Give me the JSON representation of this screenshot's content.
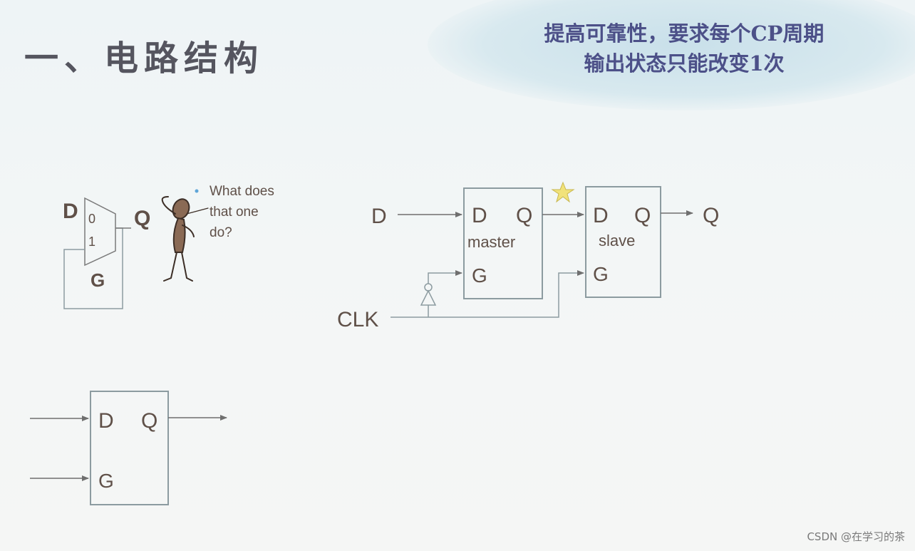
{
  "header": {
    "title": "一、电路结构",
    "note_line1": "提高可靠性，要求每个CP周期",
    "note_line2": "输出状态只能改变1次"
  },
  "latch_mux": {
    "d_label": "D",
    "input0": "0",
    "input1": "1",
    "q_label": "Q",
    "g_label": "G",
    "bubble_line1": "What does",
    "bubble_line2": "that one",
    "bubble_line3": "do?"
  },
  "master_slave": {
    "d_input": "D",
    "clk_label": "CLK",
    "master": {
      "d": "D",
      "q": "Q",
      "name": "master",
      "g": "G"
    },
    "slave": {
      "d": "D",
      "q": "Q",
      "name": "slave",
      "g": "G"
    },
    "q_output": "Q"
  },
  "latch_symbol": {
    "d": "D",
    "q": "Q",
    "g": "G"
  },
  "watermark": "CSDN @在学习的茶",
  "colors": {
    "line": "#6f6f6f",
    "box": "#8c9ba0",
    "label": "#6b5a4f",
    "note_text": "#4c5088",
    "star": "#f1e27a"
  }
}
